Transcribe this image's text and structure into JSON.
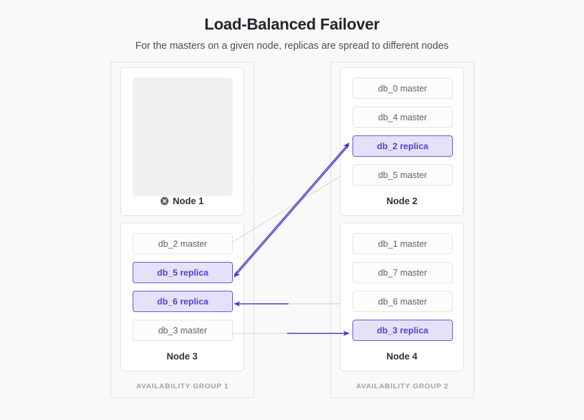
{
  "header": {
    "title": "Load-Balanced Failover",
    "subtitle": "For the masters on a given node, replicas are spread to different nodes"
  },
  "colors": {
    "background": "#f9f9fa",
    "replica_border": "#6c4fdb",
    "replica_fill": "#e5e1f9",
    "replica_text": "#5a3fd0",
    "master_border": "#e4e4e9",
    "master_text": "#5d5f6b",
    "arrow_purple": "#4b36c4",
    "arrow_gray": "#d8d8de",
    "group_border": "#c9c9cf",
    "group_label": "#a0a1ad"
  },
  "groups": [
    {
      "id": "group-1",
      "label": "AVAILABILITY GROUP 1"
    },
    {
      "id": "group-2",
      "label": "AVAILABILITY GROUP 2"
    }
  ],
  "nodes": [
    {
      "id": "node-1",
      "label": "Node 1",
      "status": "failed",
      "status_icon": "circle-x-icon",
      "empty": true,
      "databases": []
    },
    {
      "id": "node-2",
      "label": "Node 2",
      "status": "healthy",
      "empty": false,
      "databases": [
        {
          "name": "db_0 master",
          "role": "master"
        },
        {
          "name": "db_4 master",
          "role": "master"
        },
        {
          "name": "db_2 replica",
          "role": "replica"
        },
        {
          "name": "db_5 master",
          "role": "master"
        }
      ]
    },
    {
      "id": "node-3",
      "label": "Node 3",
      "status": "healthy",
      "empty": false,
      "databases": [
        {
          "name": "db_2 master",
          "role": "master"
        },
        {
          "name": "db_5 replica",
          "role": "replica"
        },
        {
          "name": "db_6 replica",
          "role": "replica"
        },
        {
          "name": "db_3 master",
          "role": "master"
        }
      ]
    },
    {
      "id": "node-4",
      "label": "Node 4",
      "status": "healthy",
      "empty": false,
      "databases": [
        {
          "name": "db_1 master",
          "role": "master"
        },
        {
          "name": "db_7 master",
          "role": "master"
        },
        {
          "name": "db_6 master",
          "role": "master"
        },
        {
          "name": "db_3 replica",
          "role": "replica"
        }
      ]
    }
  ],
  "connections": [
    {
      "id": "conn-db2",
      "from": "node-3 db_2 master",
      "to": "node-2 db_2 replica",
      "style": "purple",
      "arrowhead": true
    },
    {
      "id": "conn-db5",
      "from": "node-2 db_5 master",
      "to": "node-3 db_5 replica",
      "style": "purple",
      "arrowhead": true
    },
    {
      "id": "conn-db2-stub",
      "from": "node-3 db_2 master",
      "to": "node-2 db_5 master",
      "style": "gray",
      "arrowhead": false
    },
    {
      "id": "conn-db6",
      "from": "node-4 db_6 master",
      "to": "node-3 db_6 replica",
      "style": "gray-to-purple",
      "arrowhead": true
    },
    {
      "id": "conn-db3",
      "from": "node-3 db_3 master",
      "to": "node-4 db_3 replica",
      "style": "gray-to-purple",
      "arrowhead": true
    }
  ]
}
